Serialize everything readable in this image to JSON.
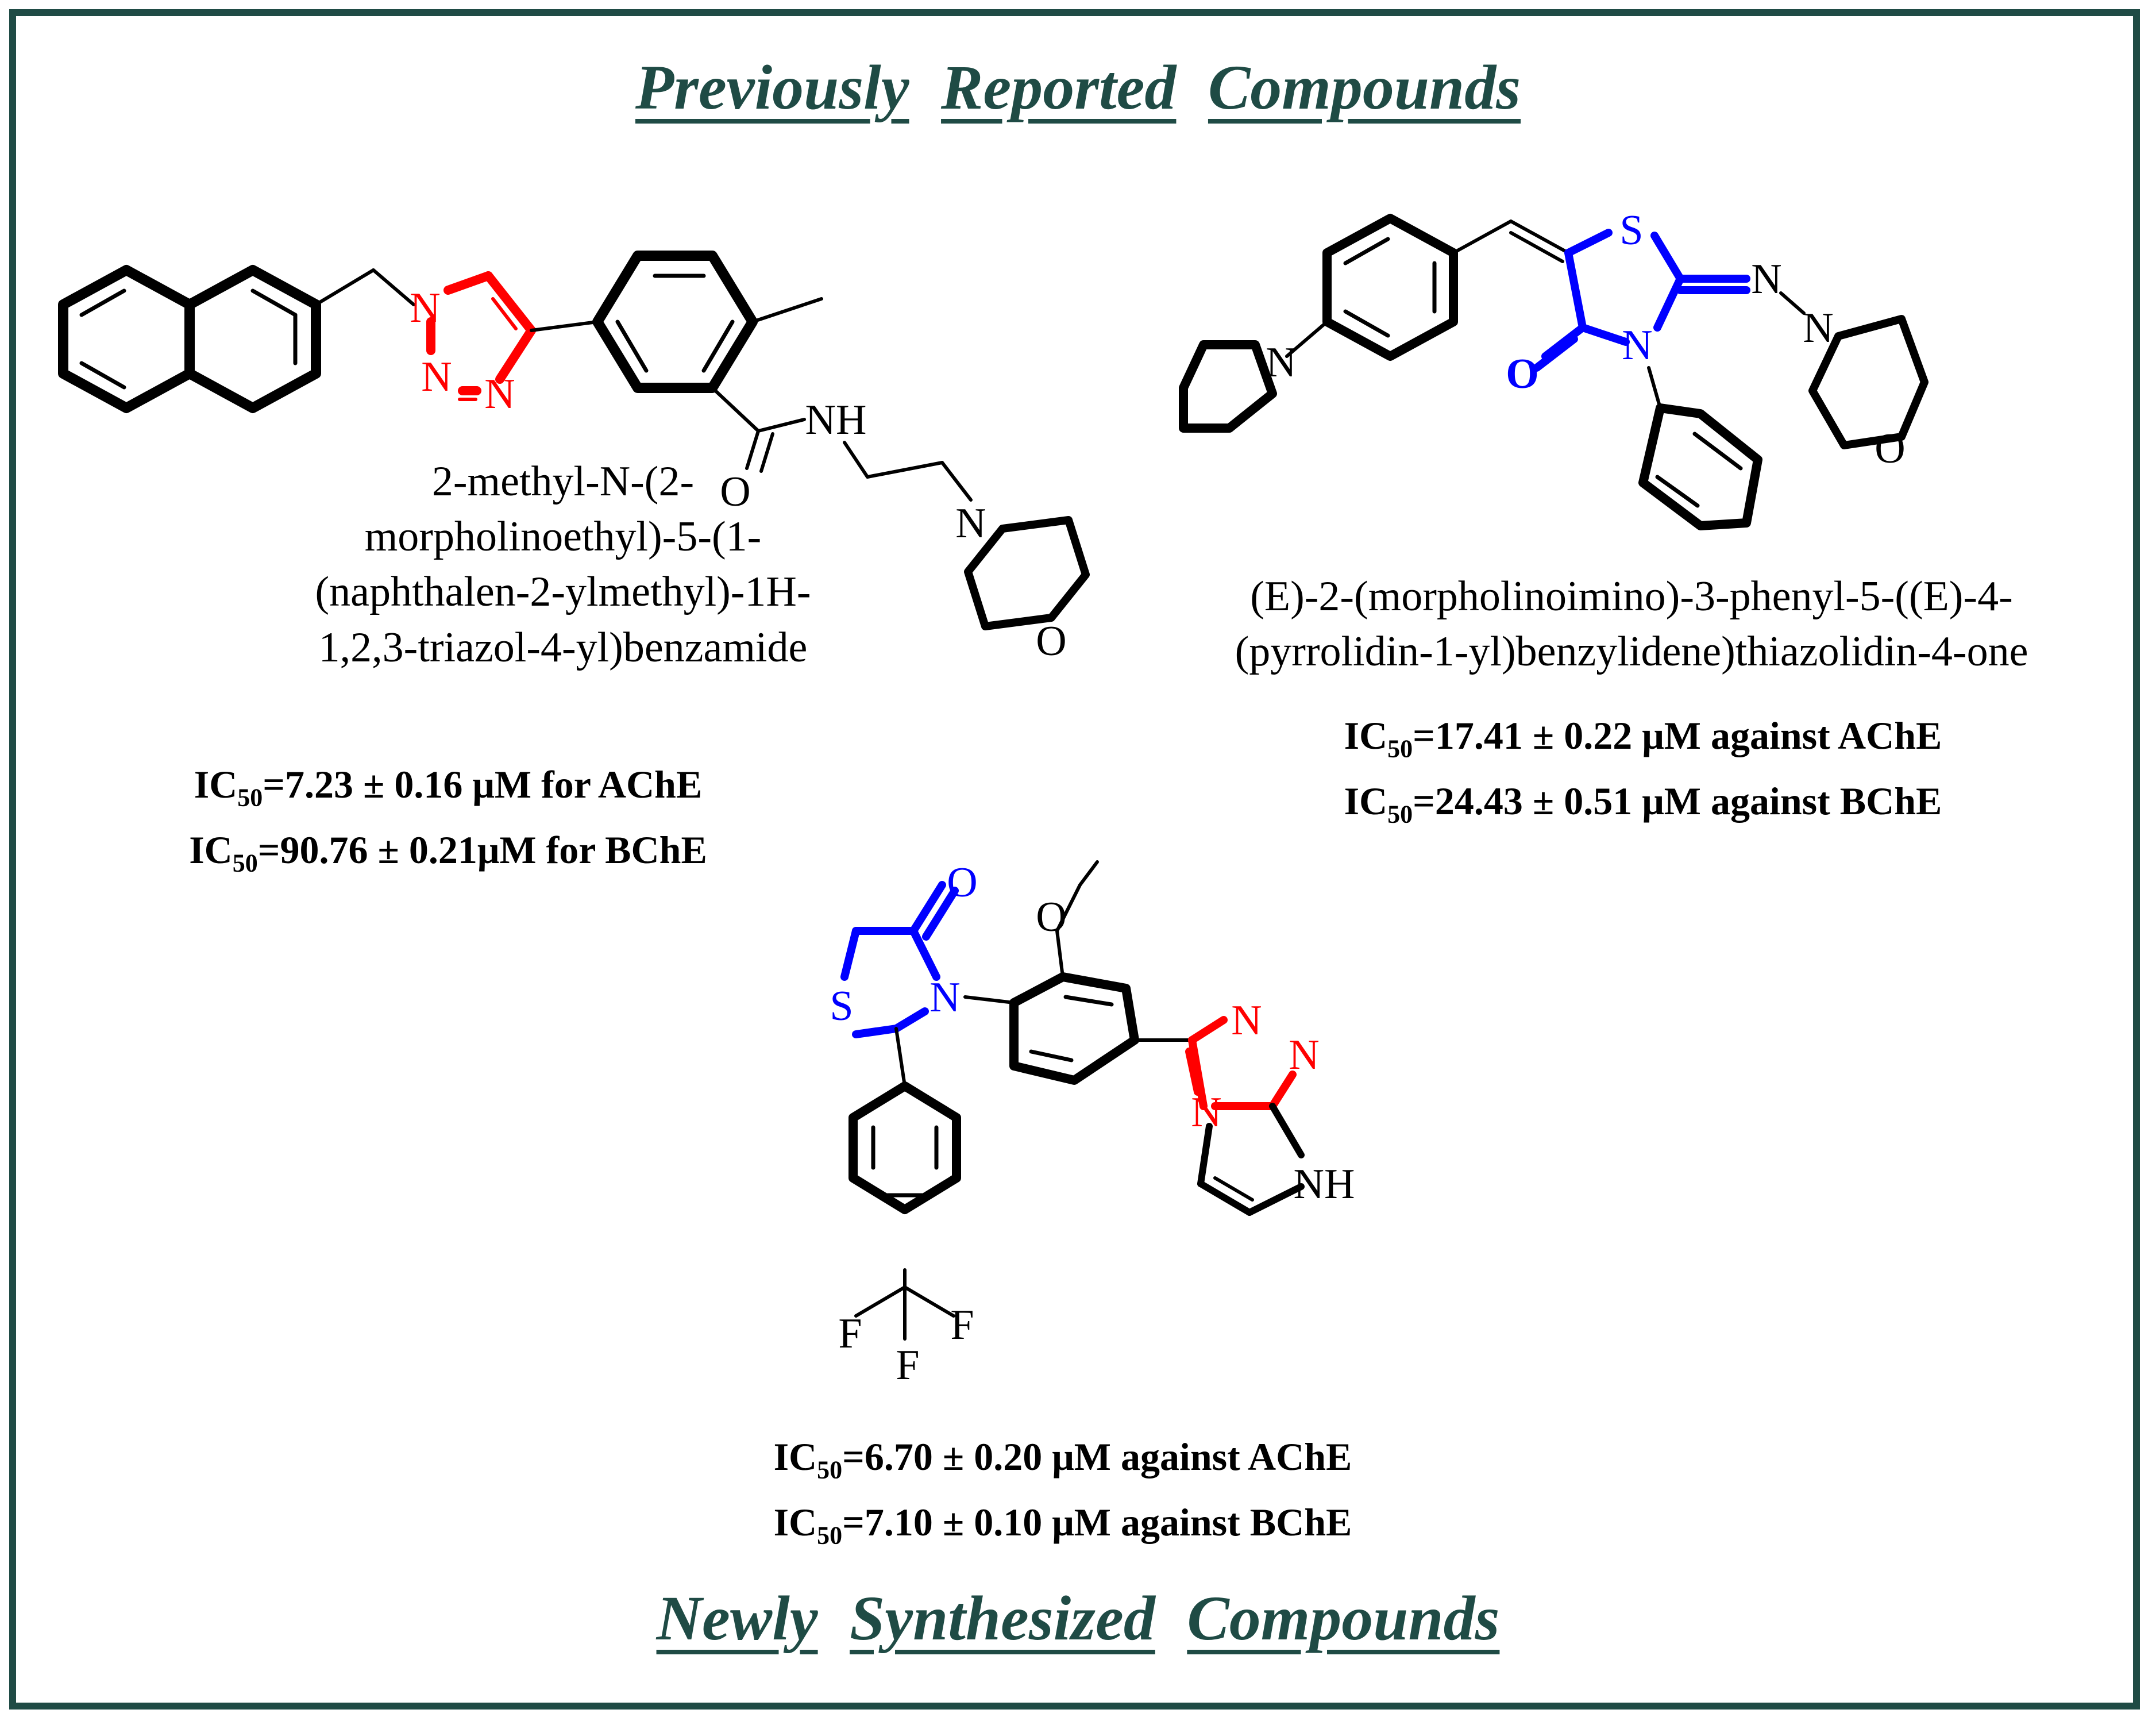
{
  "headings": {
    "top": [
      "Previously",
      "Reported",
      "Compounds"
    ],
    "bottom": [
      "Newly",
      "Synthesized",
      "Compounds"
    ]
  },
  "compound1": {
    "name_lines": [
      "2-methyl-N-(2-",
      "morpholinoethyl)-5-(1-",
      "(naphthalen-2-ylmethyl)-1H-",
      "1,2,3-triazol-4-yl)benzamide"
    ],
    "ic50": [
      {
        "prefix": "IC",
        "sub": "50",
        "text": "=7.23 ± 0.16 μM for AChE"
      },
      {
        "prefix": "IC",
        "sub": "50",
        "text": "=90.76 ± 0.21μM for BChE"
      }
    ],
    "atoms": {
      "n1": "N",
      "n2": "N",
      "n3": "N",
      "nh": "NH",
      "o": "O",
      "n_morph": "N",
      "o_morph": "O"
    }
  },
  "compound2": {
    "name_lines": [
      "(E)-2-(morpholinoimino)-3-phenyl-5-((E)-4-",
      "(pyrrolidin-1-yl)benzylidene)thiazolidin-4-one"
    ],
    "ic50": [
      {
        "prefix": "IC",
        "sub": "50",
        "text": "=17.41 ± 0.22 μM against AChE"
      },
      {
        "prefix": "IC",
        "sub": "50",
        "text": "=24.43 ± 0.51 μM against BChE"
      }
    ],
    "atoms": {
      "s": "S",
      "n_ring": "N",
      "o_ring": "O",
      "n_imine1": "N",
      "n_imine2": "N",
      "n_pyrr": "N",
      "o_morph": "O"
    }
  },
  "compound3": {
    "ic50": [
      {
        "prefix": "IC",
        "sub": "50",
        "text": "=6.70 ± 0.20 μM against AChE"
      },
      {
        "prefix": "IC",
        "sub": "50",
        "text": "=7.10 ± 0.10 μM against BChE"
      }
    ],
    "atoms": {
      "o_keto": "O",
      "s": "S",
      "n_ring": "N",
      "o_methoxy": "O",
      "n_a": "N",
      "n_b": "N",
      "n_c": "N",
      "nh": "NH",
      "f1": "F",
      "f2": "F",
      "f3": "F"
    }
  },
  "colors": {
    "frame": "#1f4b45",
    "triazole": "#ff0000",
    "thiazolidinone": "#0000ff",
    "bond": "#000000"
  }
}
